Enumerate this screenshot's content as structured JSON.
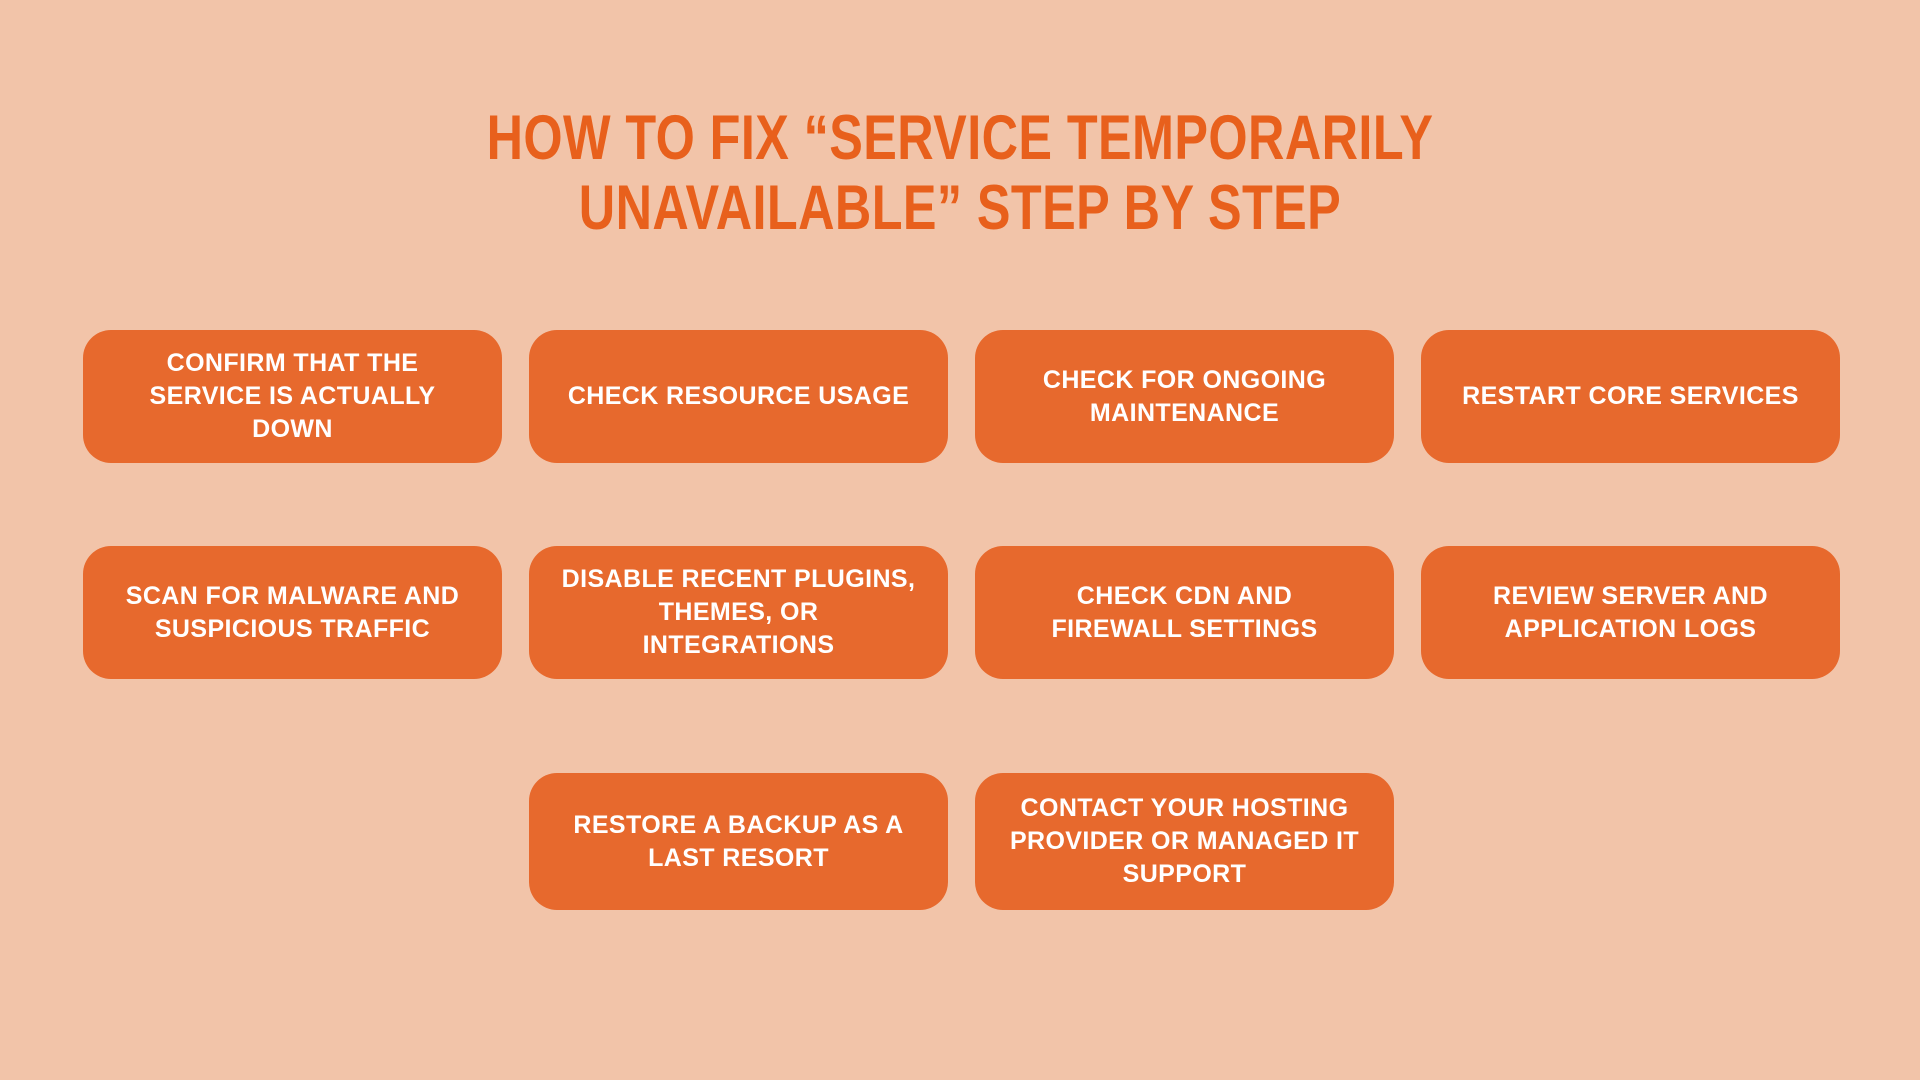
{
  "colors": {
    "background": "#F2C4A9",
    "card": "#E7692D",
    "card_text": "#FFFFFF",
    "title_text": "#E8601C"
  },
  "title": {
    "full": "HOW TO FIX “SERVICE TEMPORARILY UNAVAILABLE” STEP BY STEP",
    "lines": [
      "HOW TO FIX “SERVICE TEMPORARILY",
      "UNAVAILABLE” STEP BY STEP"
    ]
  },
  "steps": [
    {
      "label": "CONFIRM THAT THE SERVICE IS ACTUALLY DOWN",
      "lines": [
        "CONFIRM THAT THE",
        "SERVICE IS ACTUALLY",
        "DOWN"
      ]
    },
    {
      "label": "CHECK RESOURCE USAGE",
      "lines": [
        "CHECK RESOURCE USAGE"
      ]
    },
    {
      "label": "CHECK FOR ONGOING MAINTENANCE",
      "lines": [
        "CHECK FOR ONGOING",
        "MAINTENANCE"
      ]
    },
    {
      "label": "RESTART CORE SERVICES",
      "lines": [
        "RESTART CORE SERVICES"
      ]
    },
    {
      "label": "SCAN FOR MALWARE AND SUSPICIOUS TRAFFIC",
      "lines": [
        "SCAN FOR MALWARE AND",
        "SUSPICIOUS TRAFFIC"
      ]
    },
    {
      "label": "DISABLE RECENT PLUGINS, THEMES, OR INTEGRATIONS",
      "lines": [
        "DISABLE RECENT PLUGINS,",
        "THEMES, OR",
        "INTEGRATIONS"
      ]
    },
    {
      "label": "CHECK CDN AND FIREWALL SETTINGS",
      "lines": [
        "CHECK CDN AND",
        "FIREWALL SETTINGS"
      ]
    },
    {
      "label": "REVIEW SERVER AND APPLICATION LOGS",
      "lines": [
        "REVIEW SERVER AND",
        "APPLICATION LOGS"
      ]
    },
    {
      "label": "RESTORE A BACKUP AS A LAST RESORT",
      "lines": [
        "RESTORE A BACKUP AS A",
        "LAST RESORT"
      ]
    },
    {
      "label": "CONTACT YOUR HOSTING PROVIDER OR MANAGED IT SUPPORT",
      "lines": [
        "CONTACT YOUR HOSTING",
        "PROVIDER OR MANAGED IT",
        "SUPPORT"
      ]
    }
  ]
}
